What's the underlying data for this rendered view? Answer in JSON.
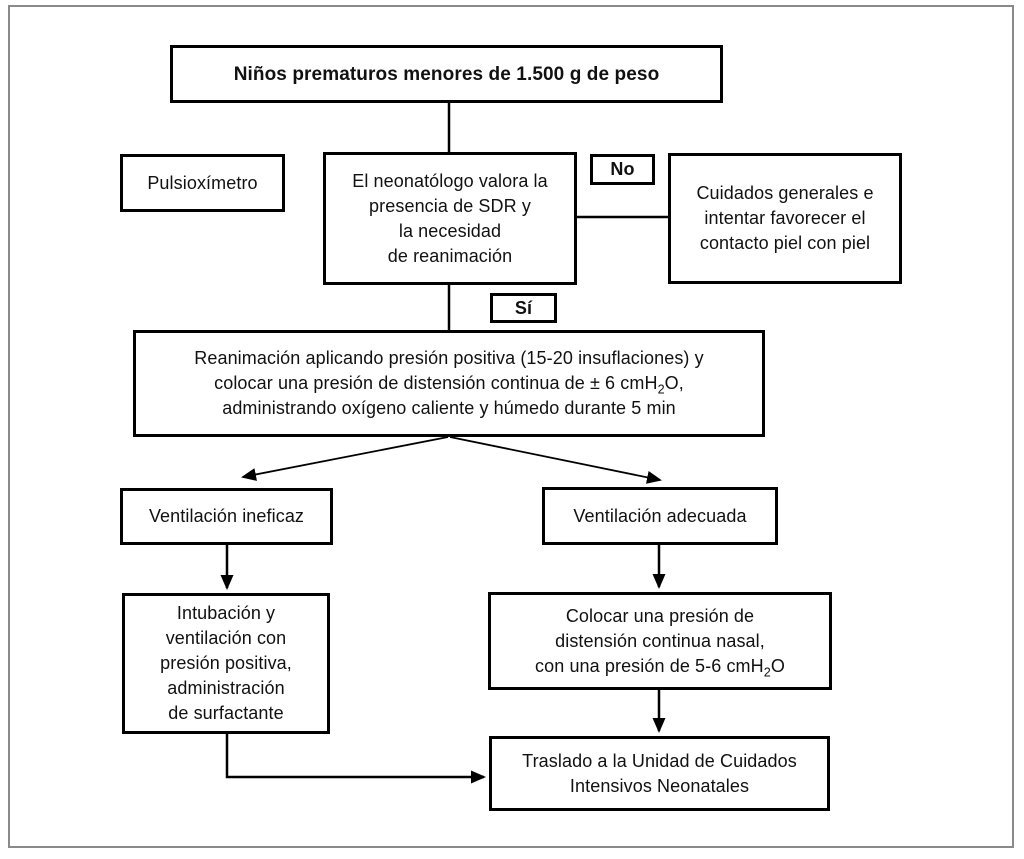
{
  "diagram": {
    "title_box": {
      "text": "Niños prematuros menores de 1.500 g de peso"
    },
    "pulsioximetro_box": {
      "text": "Pulsioxímetro"
    },
    "assess_box": {
      "lines": [
        "El neonatólogo valora la",
        "presencia de SDR y",
        "la necesidad",
        "de reanimación"
      ]
    },
    "no_label": {
      "text": "No"
    },
    "cuidados_box": {
      "lines": [
        "Cuidados generales e",
        "intentar favorecer el",
        "contacto piel con piel"
      ]
    },
    "si_label": {
      "text": "Sí"
    },
    "reanimacion_box": {
      "line1": "Reanimación aplicando presión positiva (15-20 insuflaciones) y",
      "line2_pre": "colocar una presión de distensión continua de ± 6 cmH",
      "line2_sub": "2",
      "line2_post": "O,",
      "line3": "administrando oxígeno caliente y húmedo durante 5 min"
    },
    "ineficaz_box": {
      "text": "Ventilación ineficaz"
    },
    "adecuada_box": {
      "text": "Ventilación adecuada"
    },
    "intubacion_box": {
      "lines": [
        "Intubación y",
        "ventilación con",
        "presión positiva,",
        "administración",
        "de surfactante"
      ]
    },
    "colocar_box": {
      "line1": "Colocar una presión de",
      "line2": "distensión continua nasal,",
      "line3_pre": "con una presión de 5-6 cmH",
      "line3_sub": "2",
      "line3_post": "O"
    },
    "traslado_box": {
      "lines": [
        "Traslado a la Unidad de Cuidados",
        "Intensivos Neonatales"
      ]
    },
    "colors": {
      "line": "#000000",
      "box_border": "#000000",
      "frame_border": "#8a8a8a",
      "background": "#ffffff",
      "text": "#111111"
    }
  }
}
